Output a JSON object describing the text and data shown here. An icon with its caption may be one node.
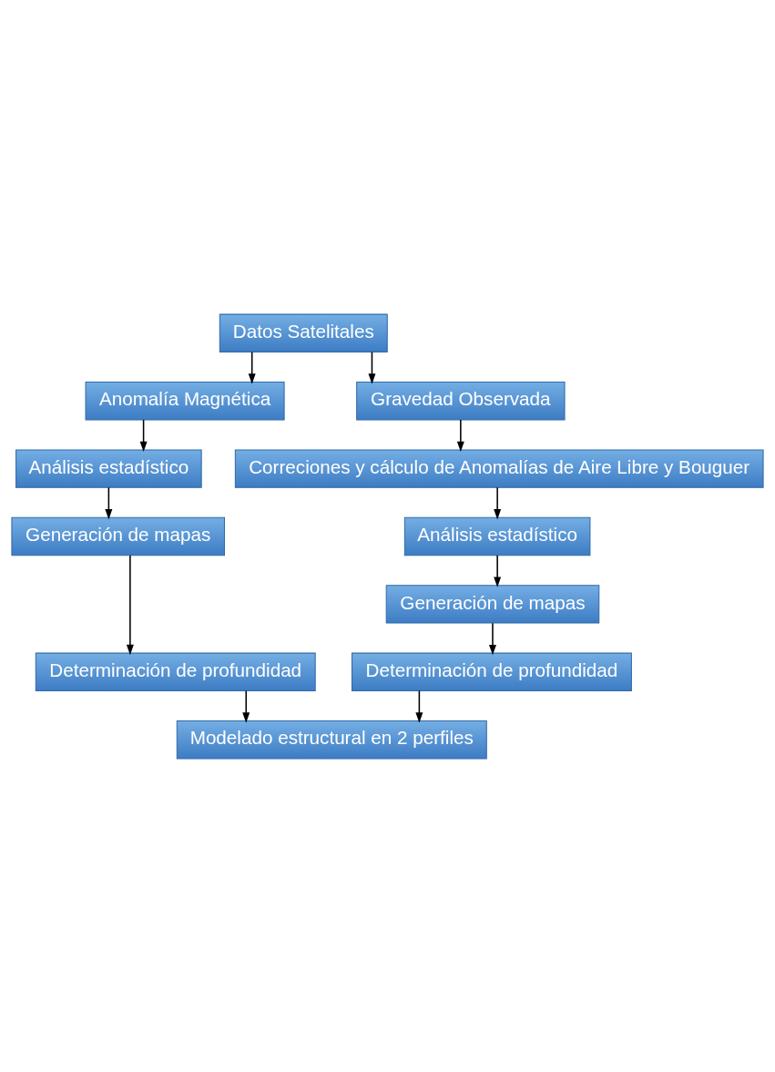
{
  "diagram": {
    "nodes": [
      {
        "text": [
          "Datos Satelitales"
        ]
      },
      {
        "text": [
          "Anomalía Magnética"
        ]
      },
      {
        "text": [
          "Gravedad Observada"
        ]
      },
      {
        "text": [
          "Análisis estadístico"
        ]
      },
      {
        "text": [
          "Correciones y cálculo de Anomalías de Aire Libre y Bouguer"
        ]
      },
      {
        "text": [
          "Generación de mapas"
        ]
      },
      {
        "text": [
          "Análisis estadístico"
        ]
      },
      {
        "text": [
          "Determinación de profundidad"
        ]
      },
      {
        "text": [
          "Generación de mapas"
        ]
      },
      {
        "text": [
          "Determinación de profundidad"
        ]
      },
      {
        "text": [
          "Modelado estructural en 2 perfiles"
        ]
      }
    ],
    "edges": [
      {
        "from": 0,
        "to": 1,
        "arrow": "to"
      },
      {
        "from": 0,
        "to": 2,
        "arrow": "to"
      },
      {
        "from": 1,
        "to": 3,
        "arrow": "to"
      },
      {
        "from": 3,
        "to": 5,
        "arrow": "to"
      },
      {
        "from": 5,
        "to": 7,
        "arrow": "to"
      },
      {
        "from": 7,
        "to": 10,
        "arrow": "to"
      },
      {
        "from": 2,
        "to": 4,
        "arrow": "to"
      },
      {
        "from": 4,
        "to": 6,
        "arrow": "to"
      },
      {
        "from": 6,
        "to": 8,
        "arrow": "to"
      },
      {
        "from": 8,
        "to": 9,
        "arrow": "to"
      },
      {
        "from": 9,
        "to": 10,
        "arrow": "to"
      }
    ]
  }
}
